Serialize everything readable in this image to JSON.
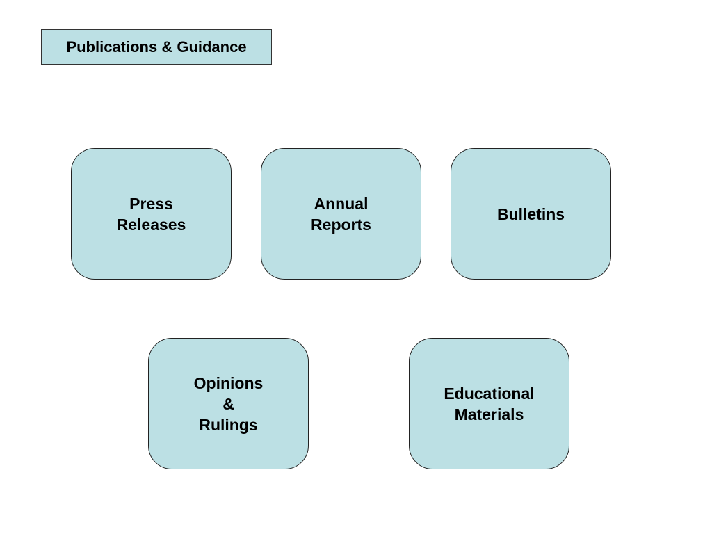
{
  "title": "Publications & Guidance",
  "colors": {
    "box_fill": "#bce0e4",
    "box_border": "#222222",
    "text": "#000000",
    "background": "#ffffff"
  },
  "cards": {
    "press_releases": {
      "lines": [
        "Press",
        "Releases"
      ]
    },
    "annual_reports": {
      "lines": [
        "Annual",
        "Reports"
      ]
    },
    "bulletins": {
      "lines": [
        "Bulletins"
      ]
    },
    "opinions_rulings": {
      "lines": [
        "Opinions",
        "&",
        "Rulings"
      ]
    },
    "educational_materials": {
      "lines": [
        "Educational",
        "Materials"
      ]
    }
  }
}
